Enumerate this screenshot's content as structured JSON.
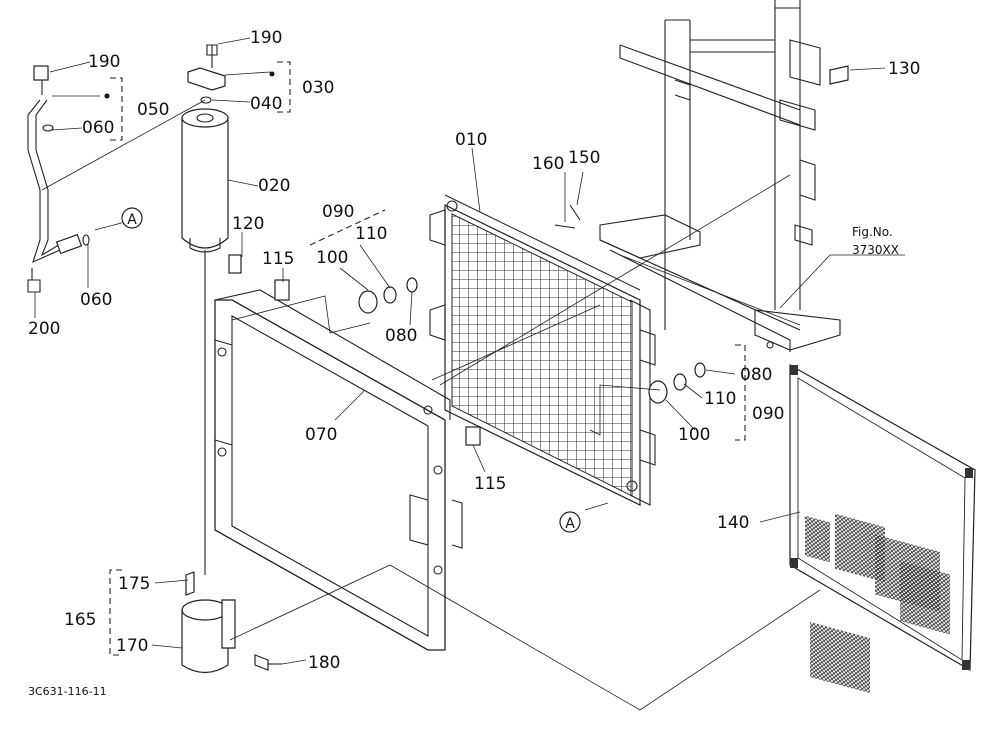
{
  "figure_code": "3C631-116-11",
  "fig_ref": {
    "line1": "Fig.No.",
    "line2": "3730XX"
  },
  "callouts": {
    "c190a": "190",
    "c190b": "190",
    "c030": "030",
    "c050": "050",
    "c060a": "060",
    "c040": "040",
    "c020": "020",
    "c060b": "060",
    "c200": "200",
    "c120": "120",
    "c115a": "115",
    "c090a": "090",
    "c100a": "100",
    "c110a": "110",
    "c080a": "080",
    "c010": "010",
    "c160": "160",
    "c150": "150",
    "c130": "130",
    "c070": "070",
    "c115b": "115",
    "c080b": "080",
    "c110b": "110",
    "c100b": "100",
    "c090b": "090",
    "c140": "140",
    "c175": "175",
    "c165": "165",
    "c170": "170",
    "c180": "180"
  },
  "markers": {
    "a1": "A",
    "a2": "A"
  }
}
